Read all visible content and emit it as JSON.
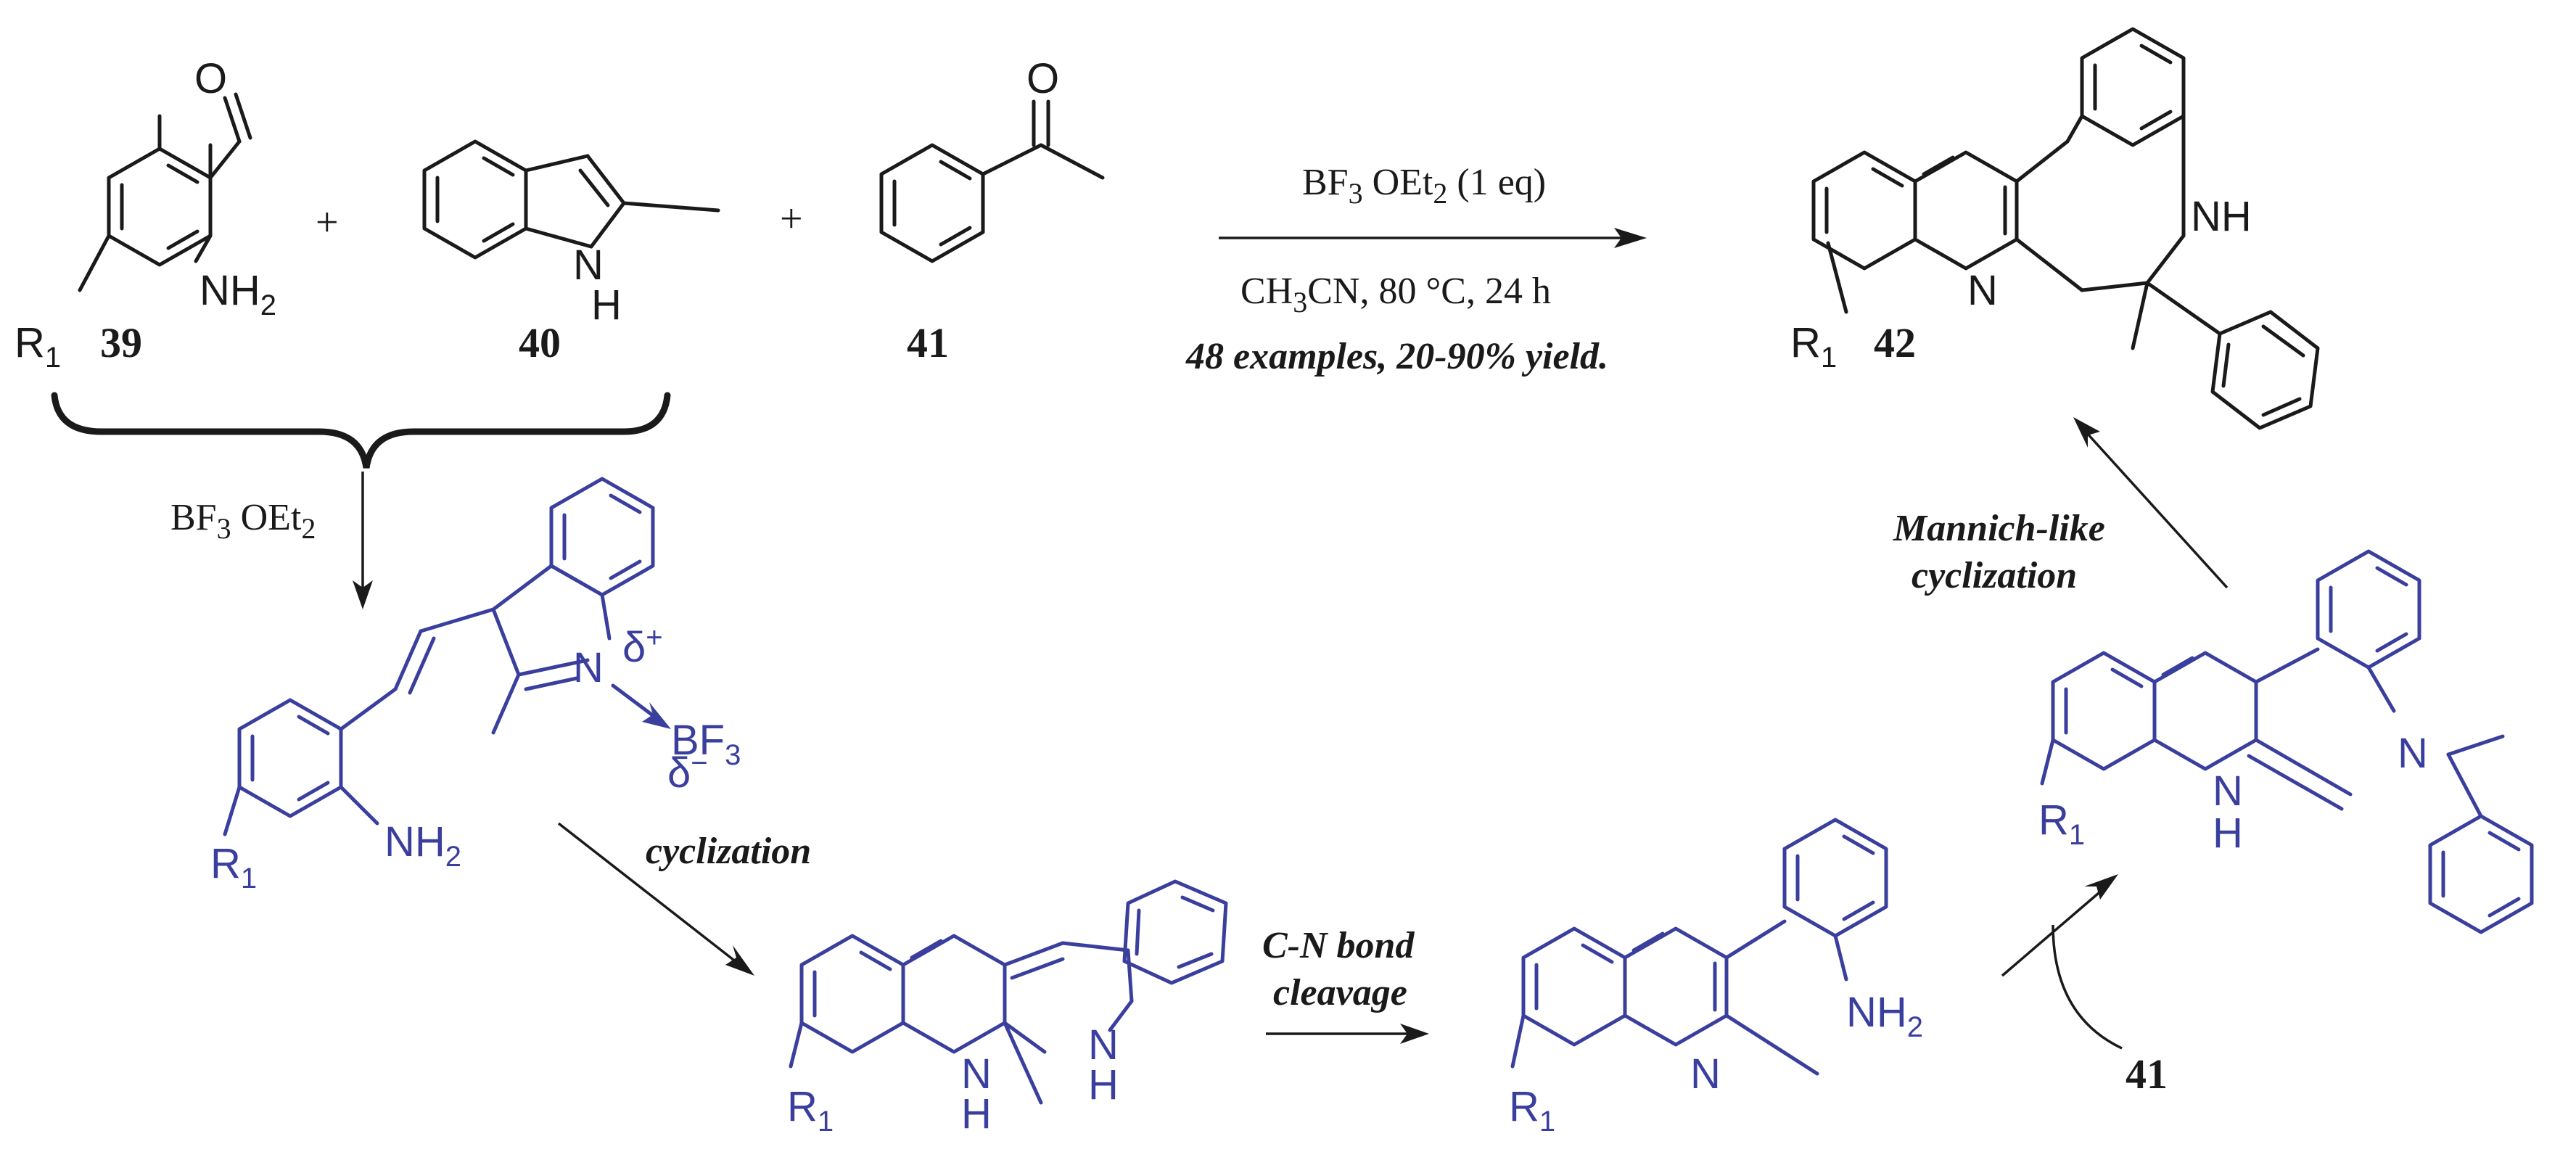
{
  "compounds": {
    "c39": "39",
    "c40": "40",
    "c41": "41",
    "c42": "42",
    "c41_reagent": "41"
  },
  "plus": "+",
  "conditions": {
    "line1_pre": "BF",
    "line1_sub": "3",
    "line1_post": " OEt",
    "line1_sub2": "2",
    "line1_tail": " (1 eq)",
    "line2_pre": "CH",
    "line2_sub": "3",
    "line2_post": "CN, 80 °C, 24 h",
    "line3": "48 examples, 20-90% yield."
  },
  "brace_reagent": {
    "pre": "BF",
    "sub": "3",
    "post": " OEt",
    "sub2": "2"
  },
  "steps": {
    "cyclization": "cyclization",
    "cn_1": "C-N bond",
    "cn_2": "cleavage",
    "mannich_1": "Mannich-like",
    "mannich_2": "cyclization"
  },
  "atoms": {
    "O": "O",
    "N": "N",
    "H": "H",
    "NH": "NH",
    "NH2": "NH",
    "two": "2",
    "R": "R",
    "one": "1",
    "BF": "BF",
    "three": "3",
    "delta_plus": "δ",
    "plus": "+",
    "delta_minus": "δ",
    "minus": "−"
  },
  "colors": {
    "black": "#1a1a1a",
    "blue": "#3a3f9e"
  }
}
